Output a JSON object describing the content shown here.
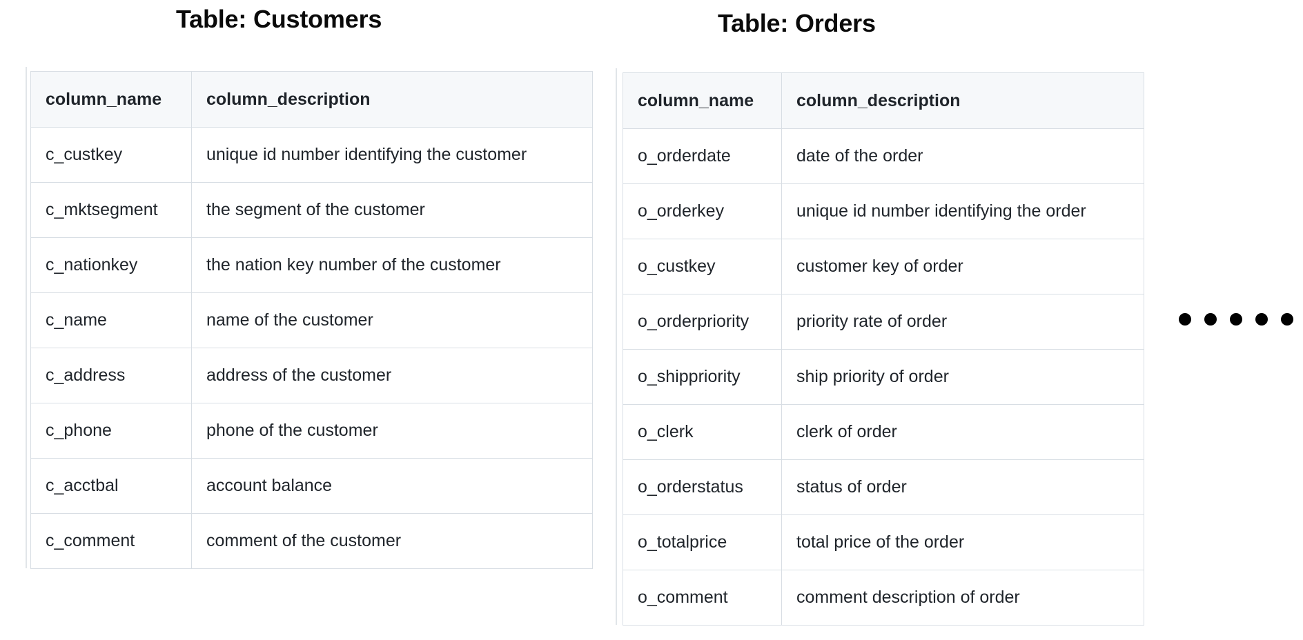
{
  "tables": [
    {
      "title": "Table: Customers",
      "headers": [
        "column_name",
        "column_description"
      ],
      "rows": [
        [
          "c_custkey",
          "unique id number identifying the customer"
        ],
        [
          "c_mktsegment",
          "the segment of the customer"
        ],
        [
          "c_nationkey",
          "the nation key number of the customer"
        ],
        [
          "c_name",
          "name of the customer"
        ],
        [
          "c_address",
          "address of the customer"
        ],
        [
          "c_phone",
          "phone of the customer"
        ],
        [
          "c_acctbal",
          "account balance"
        ],
        [
          "c_comment",
          "comment of the customer"
        ]
      ]
    },
    {
      "title": "Table: Orders",
      "headers": [
        "column_name",
        "column_description"
      ],
      "rows": [
        [
          "o_orderdate",
          "date of the order"
        ],
        [
          "o_orderkey",
          "unique id number identifying the order"
        ],
        [
          "o_custkey",
          "customer key of order"
        ],
        [
          "o_orderpriority",
          "priority rate of order"
        ],
        [
          "o_shippriority",
          "ship priority of order"
        ],
        [
          "o_clerk",
          "clerk of order"
        ],
        [
          "o_orderstatus",
          "status of order"
        ],
        [
          "o_totalprice",
          "total price of the order"
        ],
        [
          "o_comment",
          "comment description of order"
        ]
      ]
    }
  ],
  "ellipsis": {
    "dot_count": 5
  },
  "colors": {
    "header_background": "#f6f8fa",
    "table_border": "#d8dee4",
    "cell_text": "#1f242a",
    "title_text": "#0a0a0a",
    "ellipsis_dot": "#000000",
    "scroll_edge": "#e1e5e9",
    "page_background": "#ffffff"
  }
}
